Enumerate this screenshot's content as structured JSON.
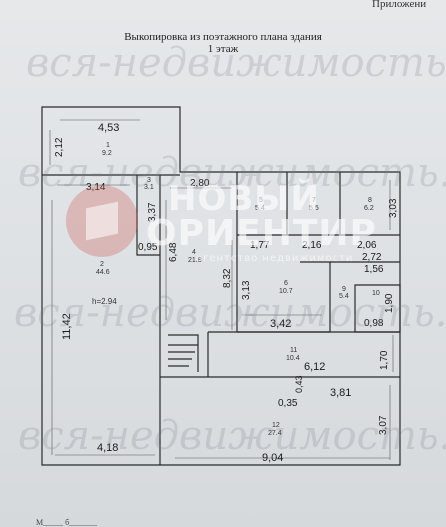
{
  "header": {
    "appendix": "Приложени",
    "title": "Выкопировка из поэтажного плана здания",
    "floor": "1 этаж"
  },
  "watermark": {
    "text": "вся-недвижимость.net",
    "logo_line1": "НОВЫЙ",
    "logo_line2": "ОРИЕНТИР",
    "logo_tagline": "агентство недвижимости"
  },
  "plan": {
    "dimensions": {
      "top_4_53": "4,53",
      "left_2_12": "2,12",
      "d_3_14": "3,14",
      "d_2_80": "2,80",
      "d_3_37": "3,37",
      "d_0_95": "0,95",
      "d_6_48": "6,48",
      "d_11_42": "11,42",
      "d_8_32": "8,32",
      "d_3_13": "3,13",
      "d_1_77": "1,77",
      "d_2_16": "2,16",
      "d_2_06": "2,06",
      "d_3_03": "3,03",
      "d_2_72": "2,72",
      "d_1_56": "1,56",
      "d_1_90": "1,90",
      "d_0_98": "0,98",
      "d_3_42": "3,42",
      "d_6_12": "6,12",
      "d_1_70": "1,70",
      "d_0_43": "0,43",
      "d_0_35": "0,35",
      "d_3_81": "3,81",
      "d_3_07": "3,07",
      "d_4_18": "4,18",
      "d_9_04": "9,04",
      "height": "h=2.94"
    },
    "rooms": [
      {
        "num": "1",
        "area": "9.2"
      },
      {
        "num": "2",
        "area": "44.6"
      },
      {
        "num": "3",
        "area": "3.1"
      },
      {
        "num": "4",
        "area": "21.8"
      },
      {
        "num": "5",
        "area": "5.4"
      },
      {
        "num": "6",
        "area": "10.7"
      },
      {
        "num": "7",
        "area": "5.5"
      },
      {
        "num": "8",
        "area": "6.2"
      },
      {
        "num": "9",
        "area": "5.4"
      },
      {
        "num": "10",
        "area": ""
      },
      {
        "num": "11",
        "area": "10.4"
      },
      {
        "num": "12",
        "area": "27.4"
      }
    ]
  },
  "footer": {
    "note": "М_____ б_______"
  }
}
